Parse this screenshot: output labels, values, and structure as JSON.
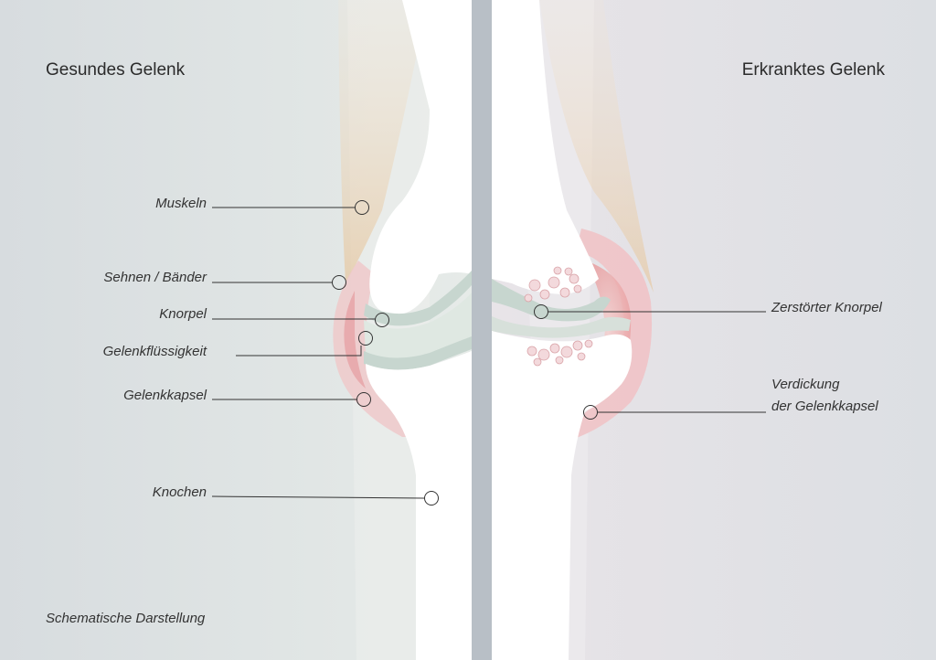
{
  "titles": {
    "healthy": "Gesundes Gelenk",
    "diseased": "Erkranktes Gelenk"
  },
  "labels_healthy": {
    "muskeln": "Muskeln",
    "sehnen": "Sehnen / Bänder",
    "knorpel": "Knorpel",
    "gelenkfluessigkeit": "Gelenkflüssigkeit",
    "gelenkkapsel": "Gelenkkapsel",
    "knochen": "Knochen"
  },
  "labels_diseased": {
    "zerstoerter_knorpel": "Zerstörter Knorpel",
    "verdickung_line1": "Verdickung",
    "verdickung_line2": "der Gelenkkapsel"
  },
  "footer": "Schematische Darstellung",
  "colors": {
    "bg_left": "#dde2e3",
    "bg_right": "#e4e3e8",
    "divider": "#b9c0c6",
    "bone": "#ffffff",
    "muscle": "#e9cfae",
    "cartilage": "#c9d6d0",
    "capsule": "#efc7c9",
    "inflamed": "#e7a3a6",
    "leader": "#333333"
  }
}
